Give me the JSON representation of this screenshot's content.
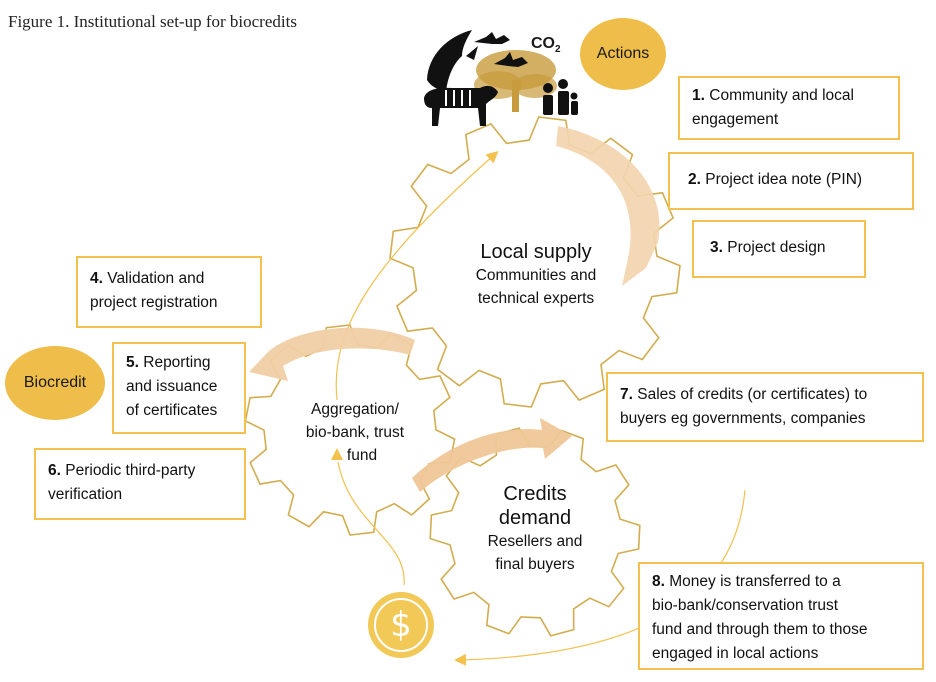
{
  "title": "Figure 1. Institutional set-up for biocredits",
  "co2_label": "CO",
  "co2_sub": "2",
  "actions_label": "Actions",
  "biocredit_label": "Biocredit",
  "dollar_symbol": "$",
  "gears": {
    "local_supply": {
      "title": "Local supply",
      "line1": "Communities and",
      "line2": "technical experts"
    },
    "aggregation": {
      "line1": "Aggregation/",
      "line2": "bio-bank, trust",
      "line3": "fund"
    },
    "credits_demand": {
      "line1": "Credits",
      "line2": "demand",
      "line3": "Resellers and",
      "line4": "final buyers"
    }
  },
  "steps": [
    {
      "num": "1.",
      "line1": "Community and local",
      "line2": "engagement"
    },
    {
      "num": "2.",
      "line1": "Project idea note (PIN)"
    },
    {
      "num": "3.",
      "line1": "Project design"
    },
    {
      "num": "4.",
      "line1": "Validation and",
      "line2": "project registration"
    },
    {
      "num": "5.",
      "line1": "Reporting",
      "line2": "and issuance",
      "line3": "of certificates"
    },
    {
      "num": "6.",
      "line1": "Periodic third-party",
      "line2": "verification"
    },
    {
      "num": "7.",
      "line1": "Sales of credits (or certificates) to",
      "line2": "buyers eg governments, companies"
    },
    {
      "num": "8.",
      "line1": "Money is transferred to a",
      "line2": "bio-bank/conservation trust",
      "line3": "fund and through them to those",
      "line4": "engaged in local actions"
    }
  ],
  "icons": [
    "whale-icon",
    "bat-icon",
    "tree-icon",
    "tiger-icon",
    "family-icon",
    "dollar-coin-icon"
  ],
  "colors": {
    "accent": "#efbe4a",
    "box_border": "#f2c14e",
    "gear_stroke": "#d2ad50",
    "arrow_fill": "#f0cfa4"
  }
}
